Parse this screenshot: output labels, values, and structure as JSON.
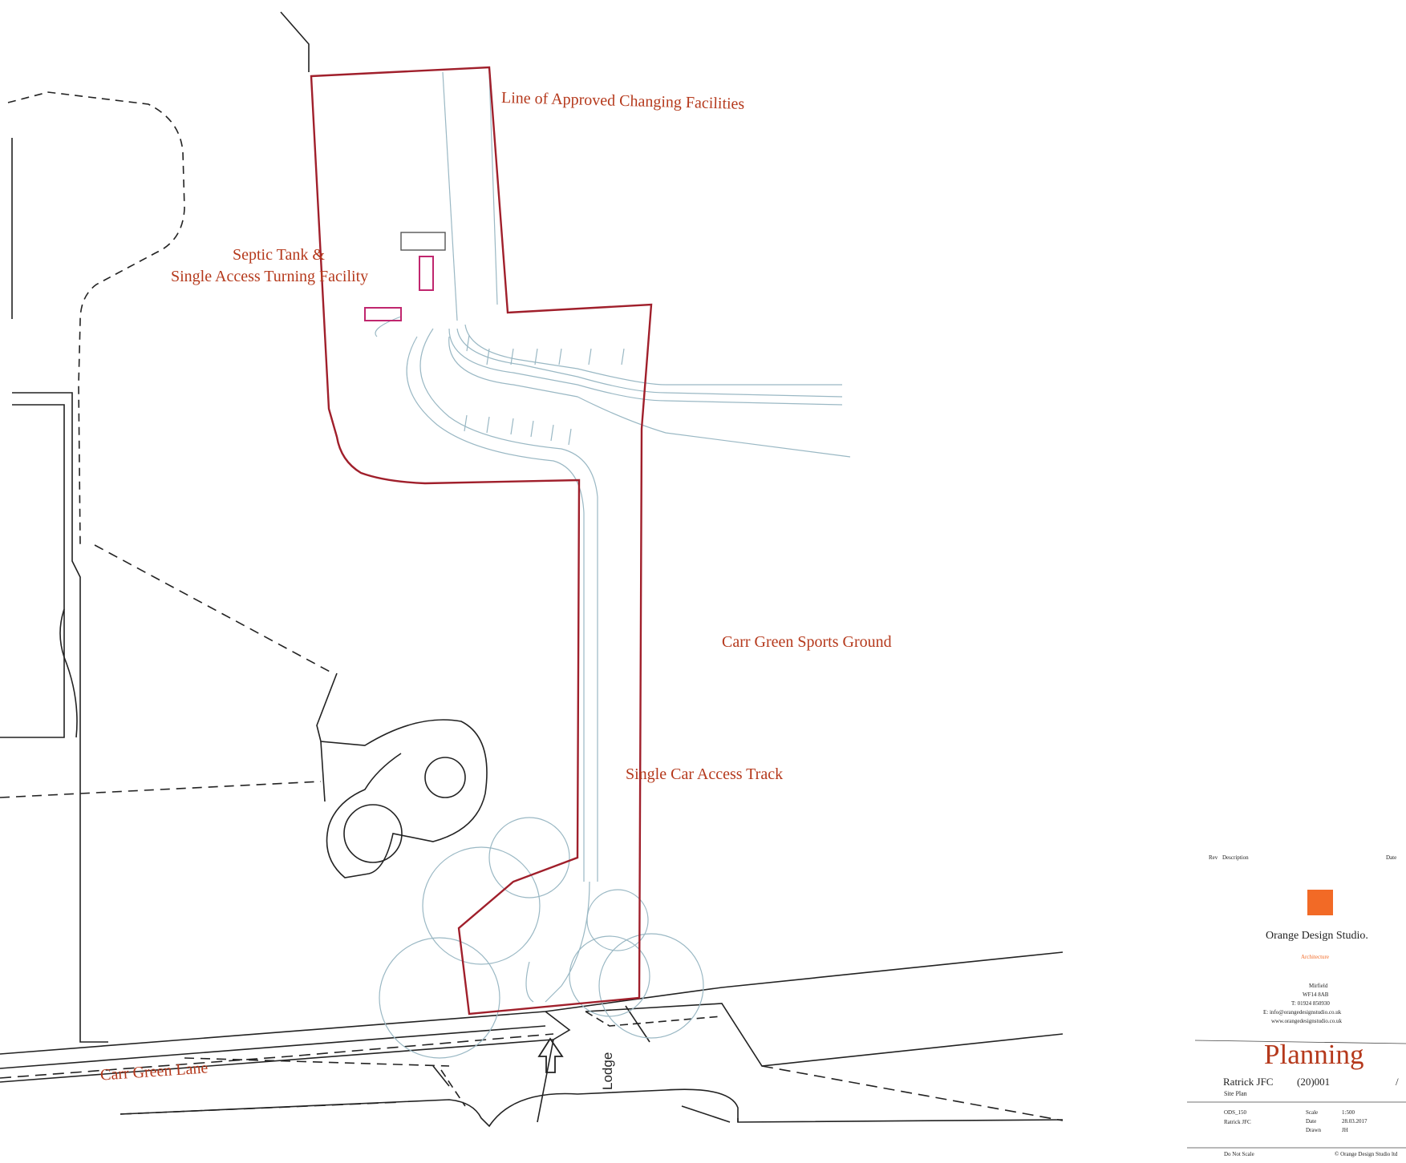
{
  "labels": {
    "changing_facilities": "Line of Approved Changing Facilities",
    "septic_line1": "Septic Tank &",
    "septic_line2": "Single Access Turning Facility",
    "sports_ground": "Carr Green Sports Ground",
    "access_track": "Single Car Access Track",
    "lane": "Carr Green Lane",
    "lodge": "Lodge"
  },
  "title_block": {
    "rev_header": "Rev",
    "description_header": "Description",
    "date_header": "Date",
    "company": "Orange Design Studio.",
    "subtitle": "Architecture",
    "address": [
      "Mirfield",
      "WF14 8AB",
      "T: 01924 850930",
      "E: info@orangedesignstudio.co.uk",
      "www.orangedesignstudio.co.uk"
    ],
    "status": "Planning",
    "client": "Ratrick JFC",
    "drawing_no": "(20)001",
    "slash": "/",
    "drawing_title": "Site Plan",
    "ref_code": "ODS_150",
    "ref_client": "Ratrick JFC",
    "scale_label": "Scale",
    "scale_value": "1:500",
    "date_label": "Date",
    "date_value": "28.03.2017",
    "drawn_label": "Drawn",
    "drawn_value": "JH",
    "footer_left": "Do Not Scale",
    "footer_right": "© Orange Design Studio ltd"
  },
  "colors": {
    "boundary": "#a01f2b",
    "label_text": "#b5391c",
    "contour": "#9ab8c4",
    "car_marker": "#c0266e",
    "logo": "#f26a26",
    "linework": "#222222"
  }
}
